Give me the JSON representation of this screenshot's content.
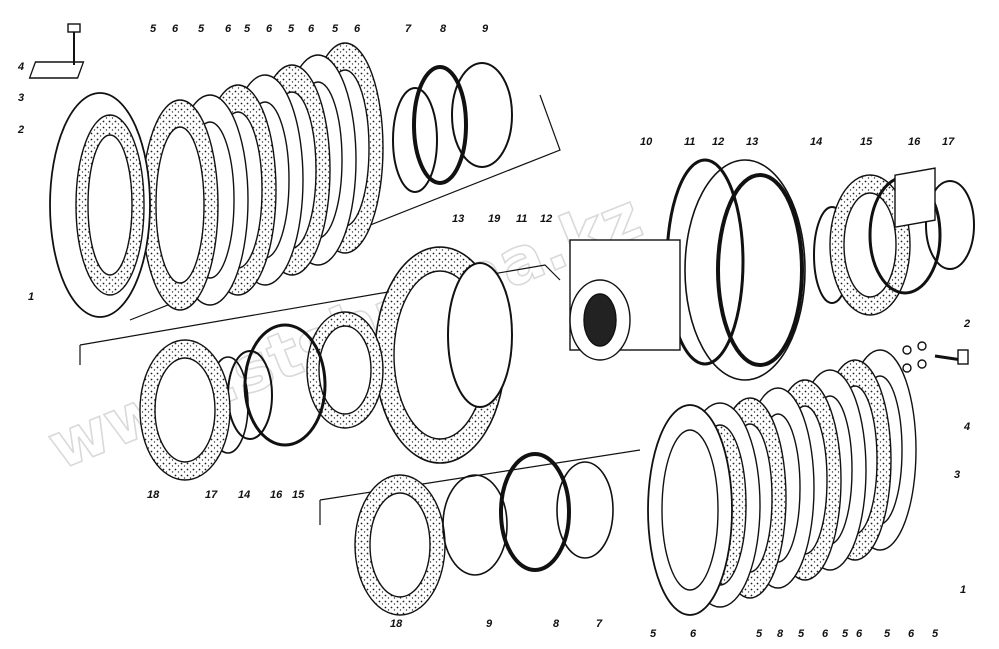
{
  "watermark": "www.stshuqaa.kz",
  "labels": {
    "top_4": "4",
    "top_3": "3",
    "top_2": "2",
    "top_1": "1",
    "top_5a": "5",
    "top_6a": "6",
    "top_5b": "5",
    "top_6b": "6",
    "top_5c": "5",
    "top_6c": "6",
    "top_5d": "5",
    "top_6d": "6",
    "top_5e": "5",
    "top_6e": "6",
    "top_7": "7",
    "top_8": "8",
    "top_9": "9",
    "mid_10": "10",
    "mid_11": "11",
    "mid_12": "12",
    "mid_13": "13",
    "mid_14": "14",
    "mid_15": "15",
    "mid_16": "16",
    "mid_17": "17",
    "right_2": "2",
    "right_4": "4",
    "right_3": "3",
    "c_13": "13",
    "c_19": "19",
    "c_11": "11",
    "c_12": "12",
    "l_18": "18",
    "l_17": "17",
    "l_14": "14",
    "l_16": "16",
    "l_15": "15",
    "b_18": "18",
    "b_9": "9",
    "b_8": "8",
    "b_7": "7",
    "br_5a": "5",
    "br_6a": "6",
    "br_5b": "5",
    "br_8": "8",
    "br_5c": "5",
    "br_6b": "6",
    "br_5d": "5",
    "br_6c": "6",
    "br_5e": "5",
    "br_6d": "6",
    "br_5f": "5",
    "br_1": "1"
  }
}
